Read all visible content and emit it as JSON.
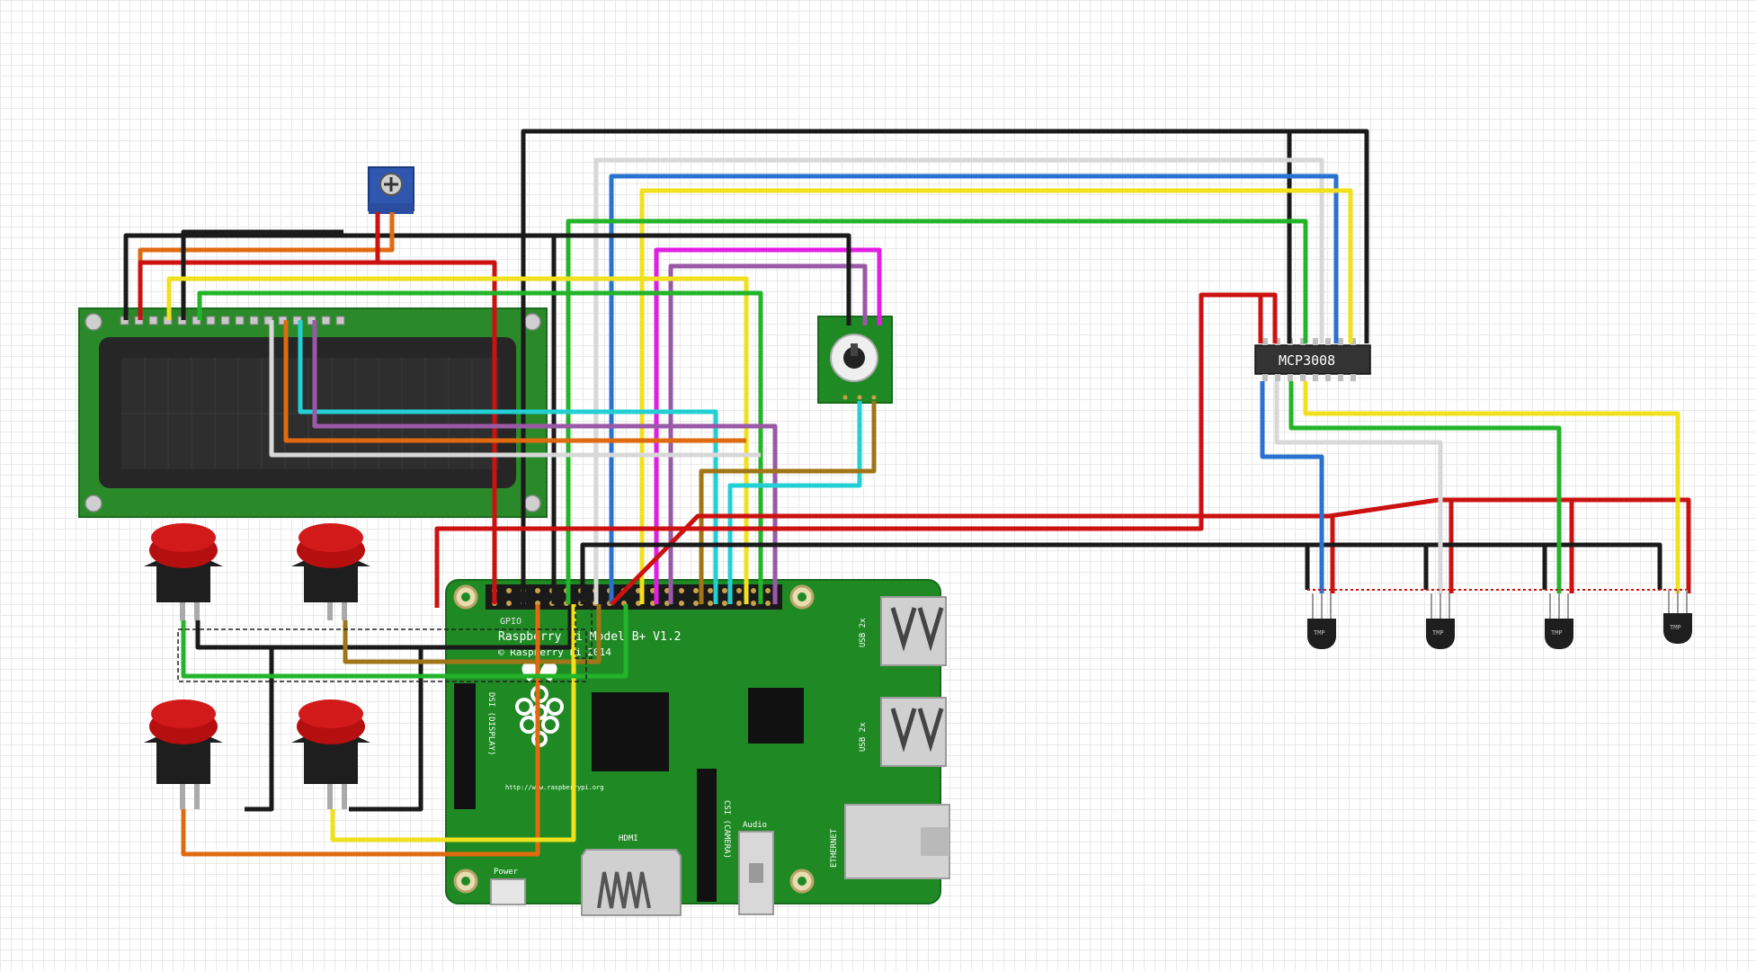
{
  "board": {
    "title": "Raspberry Pi Model B+ V1.2",
    "gpio_label": "GPIO",
    "copyright": "© Raspberry Pi 2014",
    "url": "http://www.raspberrypi.org",
    "usb_top": "USB 2x",
    "usb_bottom": "USB 2x",
    "ethernet": "ETHERNET",
    "hdmi": "HDMI",
    "audio": "Audio",
    "power": "Power",
    "dsi": "DSI (DISPLAY)",
    "csi": "CSI (CAMERA)"
  },
  "adc": {
    "label": "MCP3008"
  },
  "sensors": [
    {
      "label": "TMP"
    },
    {
      "label": "TMP"
    },
    {
      "label": "TMP"
    },
    {
      "label": "TMP"
    }
  ],
  "colors": {
    "black": "#1a1a1a",
    "red": "#cc1111",
    "orange": "#e06a10",
    "yellow": "#f1e11c",
    "green": "#23b42a",
    "blue": "#2a72d0",
    "white": "#d8d8d8",
    "cyan": "#22d0d4",
    "purple": "#9a59a7",
    "magenta": "#e21ee2",
    "brown": "#a07518",
    "pcb": "#1f8a24",
    "lcd_pcb": "#2a8a2a"
  }
}
